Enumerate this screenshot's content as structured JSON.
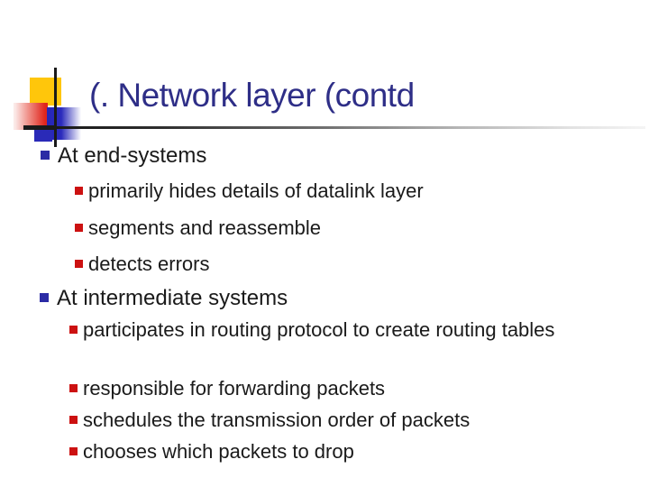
{
  "slide": {
    "title": "(. Network layer (contd",
    "bullets": [
      {
        "level": 1,
        "text": "At end-systems"
      },
      {
        "level": 2,
        "text": "primarily hides details of datalink layer"
      },
      {
        "level": 2,
        "text": "segments and reassemble"
      },
      {
        "level": 2,
        "text": "detects errors"
      },
      {
        "level": 1,
        "text": "At intermediate systems"
      },
      {
        "level": 2,
        "text": "participates in routing protocol to create routing tables"
      },
      {
        "level": 2,
        "text": "responsible for forwarding packets"
      },
      {
        "level": 2,
        "text": "schedules the transmission order of packets"
      },
      {
        "level": 2,
        "text": "chooses which packets to drop"
      }
    ],
    "colors": {
      "title": "#2E2E87",
      "body_text": "#1A1A1A",
      "bullet_level1": "#2B2BA5",
      "bullet_level2": "#CC1111",
      "decor_yellow": "#FFC60B",
      "decor_red": "#E0251C",
      "decor_blue": "#2A2AB8",
      "line": "#1A1A1A"
    }
  }
}
